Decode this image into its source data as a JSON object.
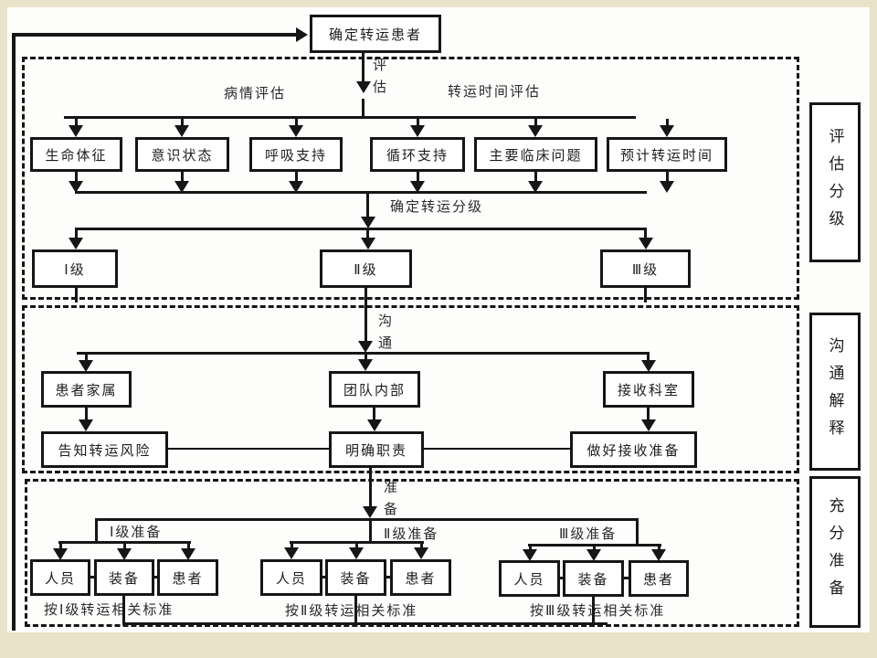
{
  "colors": {
    "page_margin": "#e9e4c9",
    "sheet": "#fdfdfc",
    "line": "#161616",
    "text": "#2a2a2a"
  },
  "flow": {
    "start": "确定转运患者",
    "stage1": {
      "side_label": "评估分级",
      "step_label": "评估",
      "branch_left": "病情评估",
      "branch_right": "转运时间评估",
      "factors": [
        "生命体征",
        "意识状态",
        "呼吸支持",
        "循环支持",
        "主要临床问题",
        "预计转运时间"
      ],
      "grade_label": "确定转运分级",
      "grades": [
        "Ⅰ级",
        "Ⅱ级",
        "Ⅲ级"
      ]
    },
    "stage2": {
      "side_label": "沟通解释",
      "step_label": "沟通",
      "targets": [
        "患者家属",
        "团队内部",
        "接收科室"
      ],
      "actions": [
        "告知转运风险",
        "明确职责",
        "做好接收准备"
      ]
    },
    "stage3": {
      "side_label": "充分准备",
      "step_label": "准备",
      "groups": [
        {
          "label": "Ⅰ级准备",
          "items": [
            "人员",
            "装备",
            "患者"
          ],
          "standard": "按Ⅰ级转运相关标准"
        },
        {
          "label": "Ⅱ级准备",
          "items": [
            "人员",
            "装备",
            "患者"
          ],
          "standard": "按Ⅱ级转运相关标准"
        },
        {
          "label": "Ⅲ级准备",
          "items": [
            "人员",
            "装备",
            "患者"
          ],
          "standard": "按Ⅲ级转运相关标准"
        }
      ]
    }
  }
}
